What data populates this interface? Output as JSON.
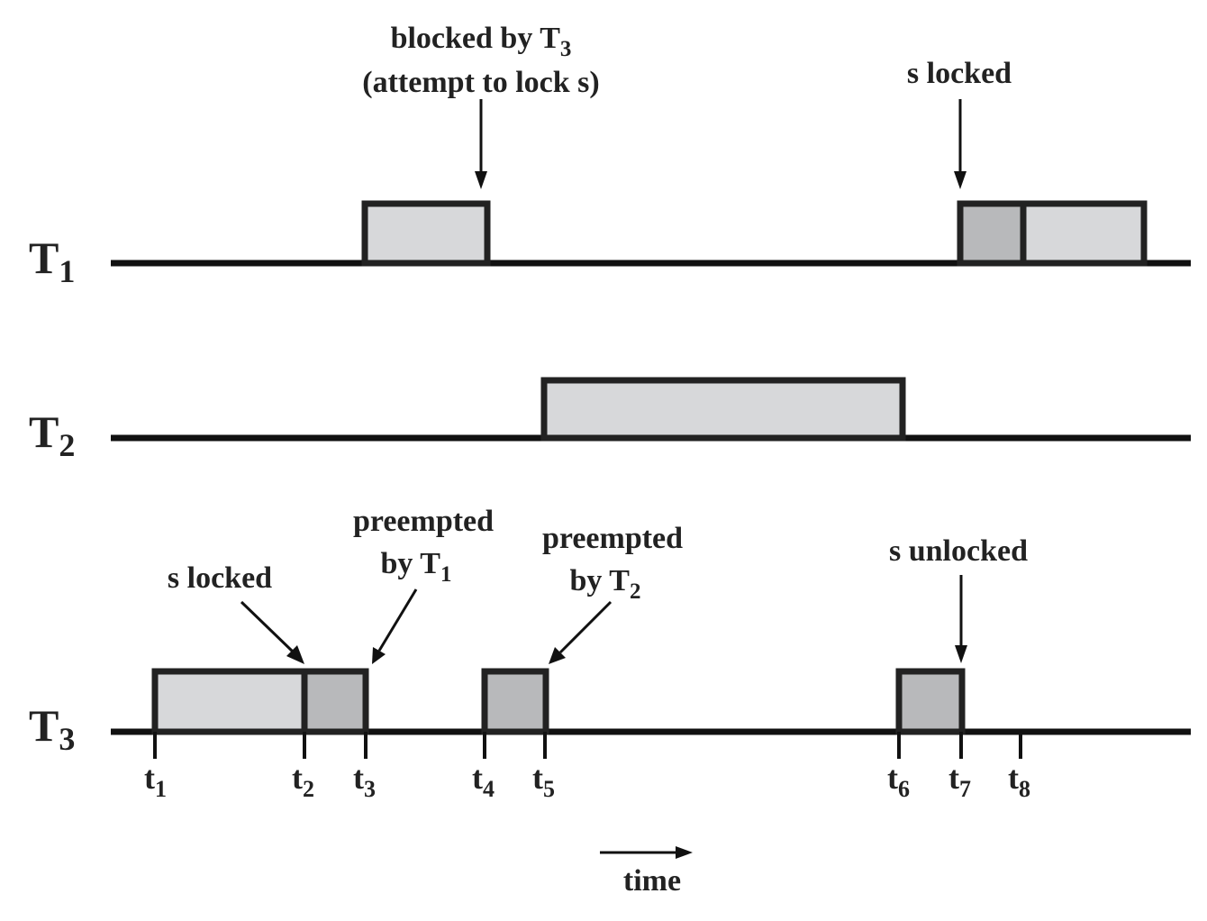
{
  "tasks": [
    {
      "name": "T",
      "sub": "1"
    },
    {
      "name": "T",
      "sub": "2"
    },
    {
      "name": "T",
      "sub": "3"
    }
  ],
  "annotations": {
    "blocked_line1": "blocked by T",
    "blocked_line1_sub": "3",
    "blocked_line2": "(attempt to lock s)",
    "t1_locked": "s locked",
    "t3_locked": "s locked",
    "preempt1_line1": "preempted",
    "preempt1_line2": "by T",
    "preempt1_sub": "1",
    "preempt2_line1": "preempted",
    "preempt2_line2": "by T",
    "preempt2_sub": "2",
    "unlocked": "s unlocked"
  },
  "time_marks": [
    {
      "name": "t",
      "sub": "1"
    },
    {
      "name": "t",
      "sub": "2"
    },
    {
      "name": "t",
      "sub": "3"
    },
    {
      "name": "t",
      "sub": "4"
    },
    {
      "name": "t",
      "sub": "5"
    },
    {
      "name": "t",
      "sub": "6"
    },
    {
      "name": "t",
      "sub": "7"
    },
    {
      "name": "t",
      "sub": "8"
    }
  ],
  "time_label": "time",
  "colors": {
    "box_light": "#d7d8da",
    "box_dark": "#b8b9bb",
    "line": "#111111"
  }
}
